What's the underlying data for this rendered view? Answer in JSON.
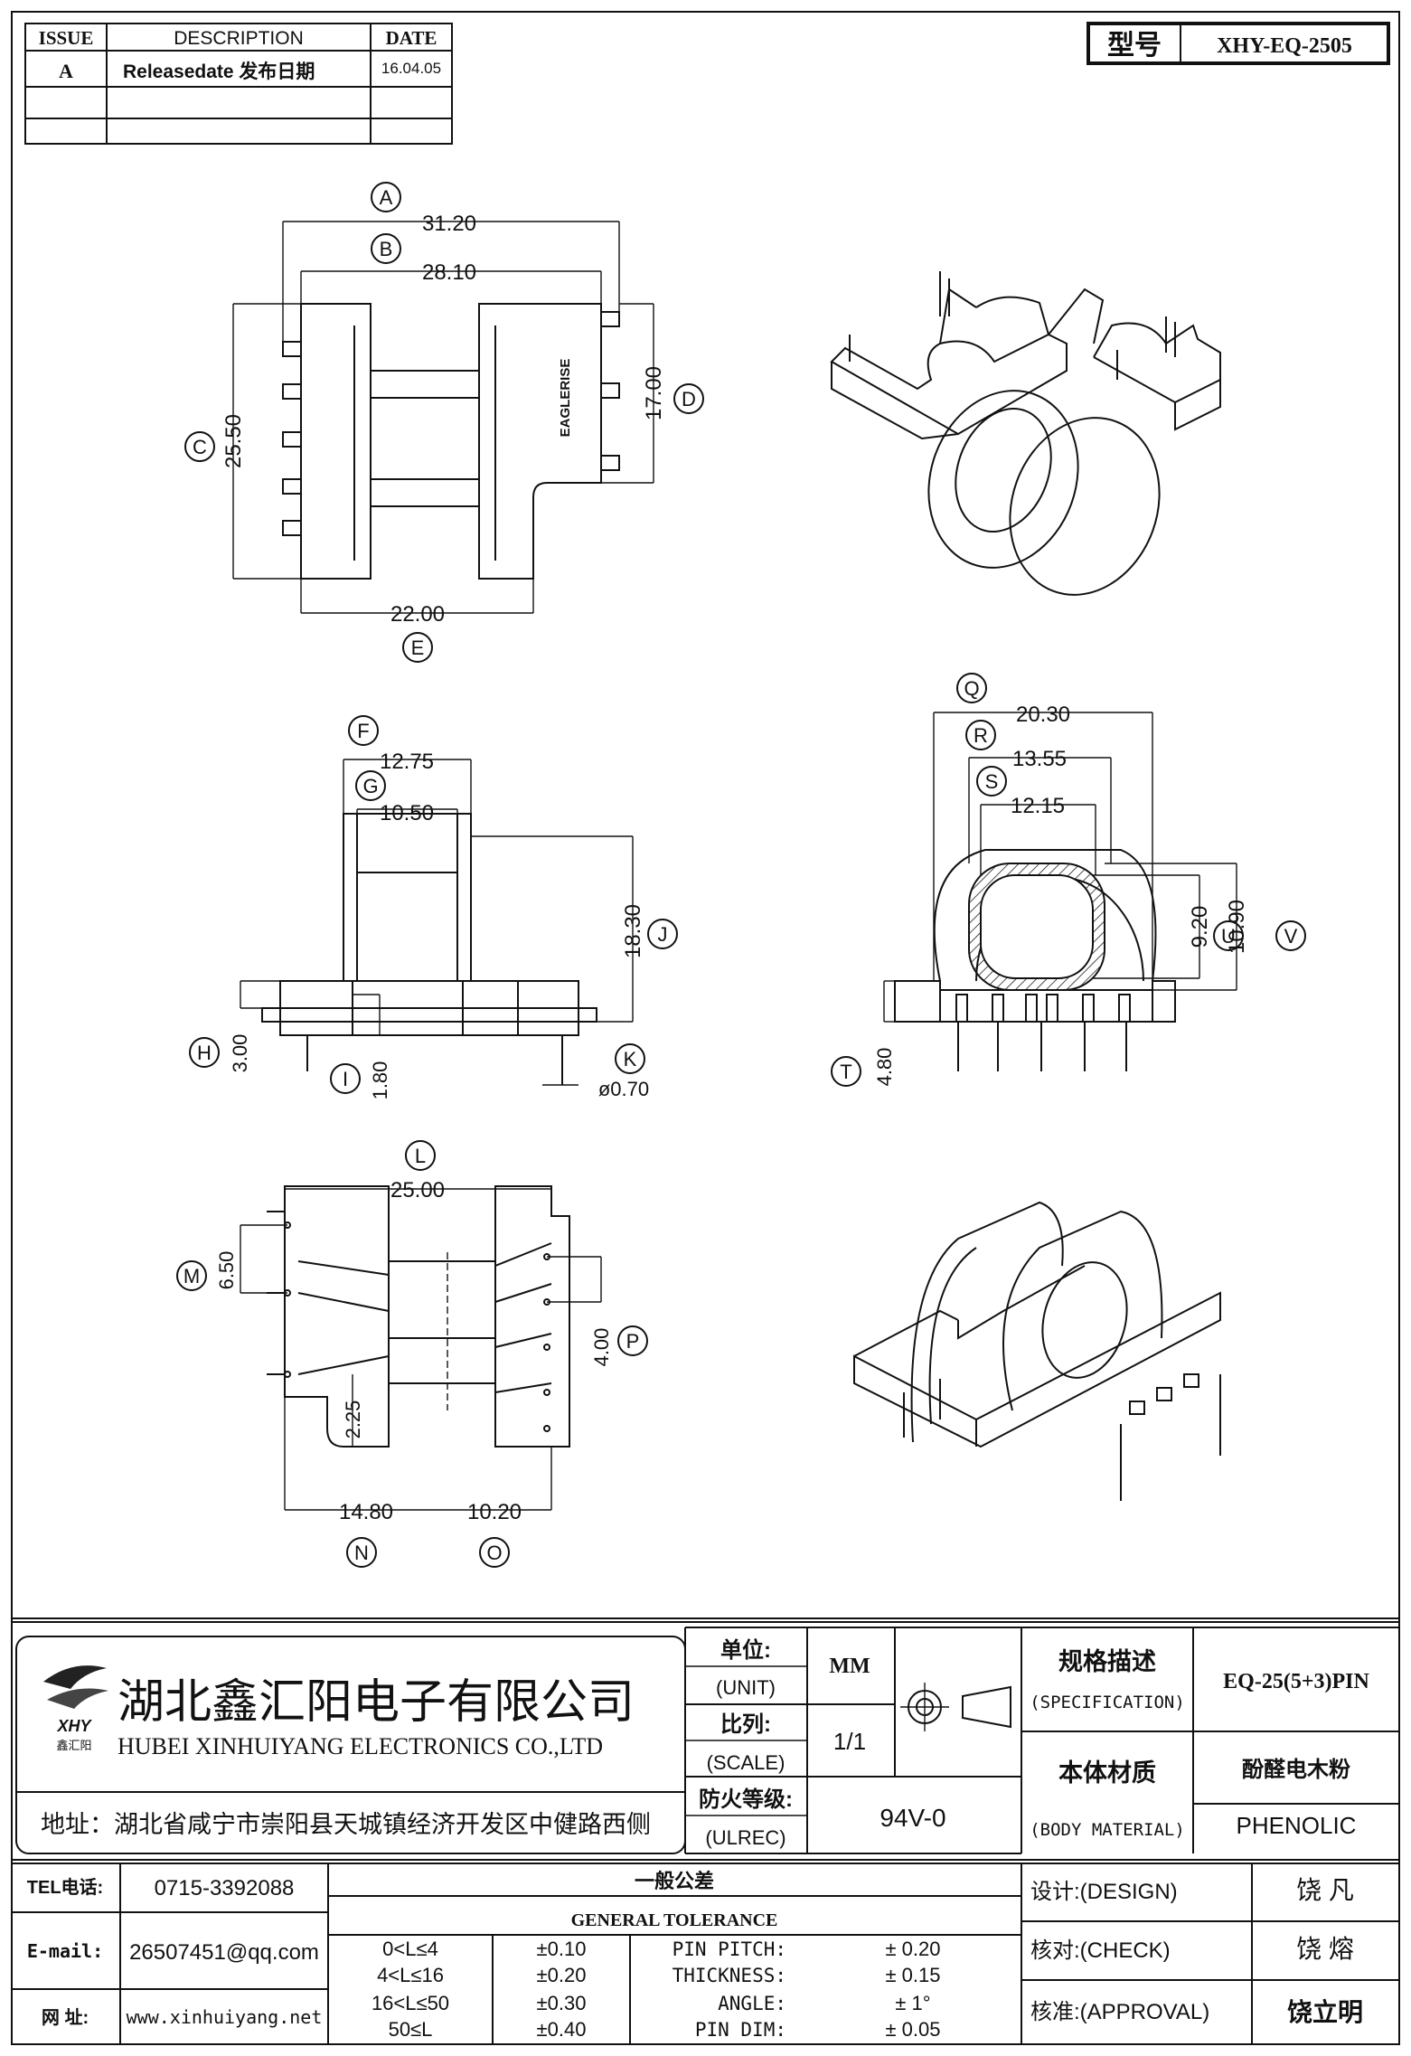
{
  "revision_table": {
    "headers": {
      "issue": "ISSUE",
      "description": "DESCRIPTION",
      "date": "DATE"
    },
    "rows": [
      {
        "issue": "A",
        "description": "Releasedate 发布日期",
        "date": "16.04.05"
      },
      {
        "issue": "",
        "description": "",
        "date": ""
      },
      {
        "issue": "",
        "description": "",
        "date": ""
      }
    ]
  },
  "model": {
    "label": "型号",
    "value": "XHY-EQ-2505"
  },
  "dimensions": {
    "A": {
      "letter": "A",
      "value": "31.20"
    },
    "B": {
      "letter": "B",
      "value": "28.10"
    },
    "C": {
      "letter": "C",
      "value": "25.50"
    },
    "D": {
      "letter": "D",
      "value": "17.00"
    },
    "E": {
      "letter": "E",
      "value": "22.00"
    },
    "F": {
      "letter": "F",
      "value": "12.75"
    },
    "G": {
      "letter": "G",
      "value": "10.50"
    },
    "H": {
      "letter": "H",
      "value": "3.00"
    },
    "I": {
      "letter": "I",
      "value": "1.80"
    },
    "J": {
      "letter": "J",
      "value": "18.30"
    },
    "K": {
      "letter": "K",
      "value": "ø0.70"
    },
    "L": {
      "letter": "L",
      "value": "25.00"
    },
    "M": {
      "letter": "M",
      "value": "6.50"
    },
    "N": {
      "letter": "N",
      "value": "14.80"
    },
    "O": {
      "letter": "O",
      "value": "10.20"
    },
    "P": {
      "letter": "P",
      "value": "4.00"
    },
    "Q": {
      "letter": "Q",
      "value": "20.30"
    },
    "R": {
      "letter": "R",
      "value": "13.55"
    },
    "S": {
      "letter": "S",
      "value": "12.15"
    },
    "T": {
      "letter": "T",
      "value": "4.80"
    },
    "U": {
      "letter": "U",
      "value": "9.20"
    },
    "V": {
      "letter": "V",
      "value": "10.90"
    },
    "extra_225": "2.25"
  },
  "part_marking": "EAGLERISE",
  "company": {
    "name_cn": "湖北鑫汇阳电子有限公司",
    "name_en": "HUBEI XINHUIYANG ELECTRONICS CO.,LTD",
    "logo_text": "XHY",
    "logo_sub": "鑫汇阳",
    "address": "地址：湖北省咸宁市崇阳县天城镇经济开发区中健路西侧"
  },
  "title_block": {
    "unit_label": "单位:",
    "unit_label_en": "(UNIT)",
    "unit_value": "MM",
    "scale_label": "比列:",
    "scale_label_en": "(SCALE)",
    "scale_value": "1/1",
    "ulrec_label": "防火等级:",
    "ulrec_label_en": "(ULREC)",
    "ulrec_value": "94V-0",
    "spec_label": "规格描述",
    "spec_label_en": "(SPECIFICATION)",
    "spec_value": "EQ-25(5+3)PIN",
    "material_label": "本体材质",
    "material_label_en": "(BODY MATERIAL)",
    "material_value_cn": "酚醛电木粉",
    "material_value_en": "PHENOLIC"
  },
  "contact": {
    "tel_label": "TEL电话:",
    "tel_value": "0715-3392088",
    "email_label": "E-mail:",
    "email_value": "26507451@qq.com",
    "web_label": "网  址:",
    "web_value": "www.xinhuiyang.net"
  },
  "tolerance": {
    "title_cn": "一般公差",
    "title_en": "GENERAL TOLERANCE",
    "ranges": [
      {
        "range": "0<L≤4",
        "tol": "±0.10"
      },
      {
        "range": "4<L≤16",
        "tol": "±0.20"
      },
      {
        "range": "16<L≤50",
        "tol": "±0.30"
      },
      {
        "range": "50≤L",
        "tol": "±0.40"
      }
    ],
    "specs": [
      {
        "name": "PIN PITCH:",
        "tol": "± 0.20"
      },
      {
        "name": "THICKNESS:",
        "tol": "± 0.15"
      },
      {
        "name": "ANGLE:",
        "tol": "± 1°"
      },
      {
        "name": "PIN DIM:",
        "tol": "± 0.05"
      }
    ]
  },
  "approvals": [
    {
      "label": "设计:(DESIGN)",
      "name": "饶  凡"
    },
    {
      "label": "核对:(CHECK)",
      "name": "饶  熔"
    },
    {
      "label": "核准:(APPROVAL)",
      "name": "饶立明"
    }
  ]
}
